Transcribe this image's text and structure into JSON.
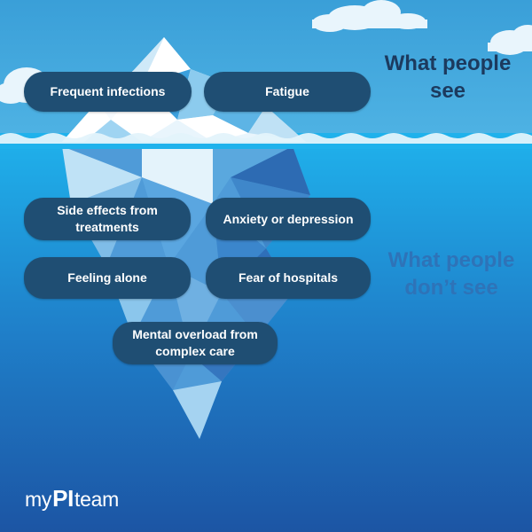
{
  "colors": {
    "sky": "#3aa8dd",
    "water_top": "#22a6e0",
    "water_bottom": "#1d5aa8",
    "pill": "#1f4e73",
    "seen_heading": "#1c3a5e",
    "unseen_heading": "#2e73b8"
  },
  "visible_section": {
    "heading": "What people see",
    "items": [
      "Frequent infections",
      "Fatigue"
    ]
  },
  "hidden_section": {
    "heading": "What people don’t see",
    "items": [
      "Side effects from treatments",
      "Anxiety or depression",
      "Feeling alone",
      "Fear of hospitals",
      "Mental overload from complex care"
    ]
  },
  "brand": {
    "prefix": "my",
    "mark": "PI",
    "suffix": "team"
  }
}
